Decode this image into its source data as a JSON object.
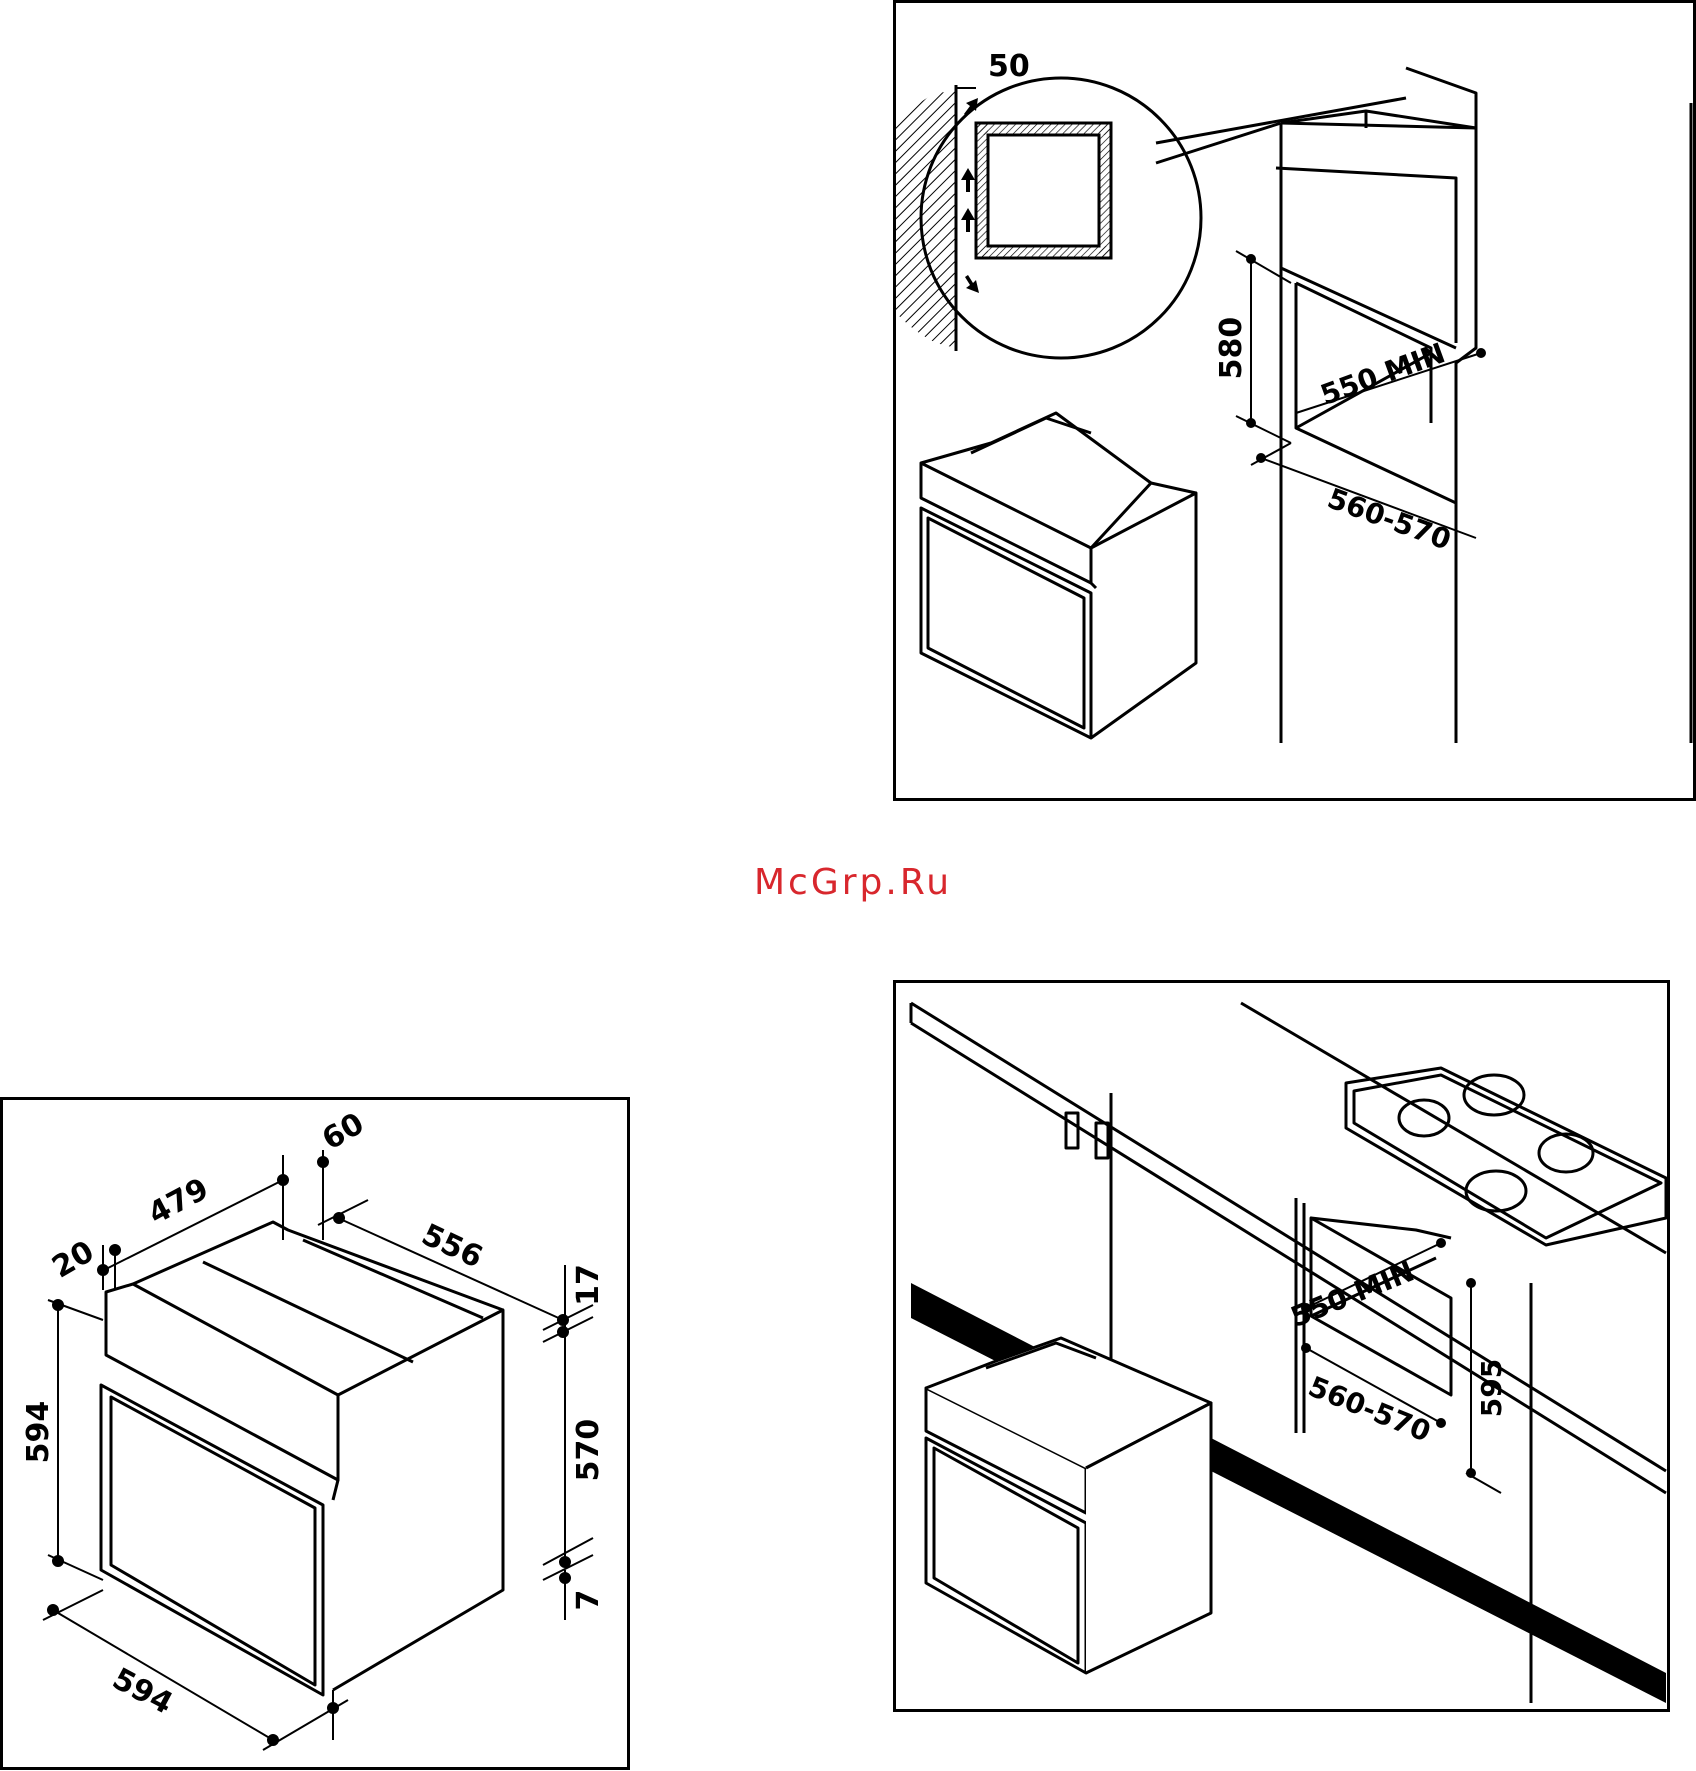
{
  "watermark": "McGrp.Ru",
  "tall_cabinet": {
    "ventilation_gap": "50",
    "niche_height": "580",
    "niche_depth": "550 MIN",
    "niche_width": "560-570"
  },
  "oven_dimensions": {
    "depth_left": "20",
    "top_depth": "479",
    "top_offset": "60",
    "side_depth": "556",
    "top_gap": "17",
    "front_height": "594",
    "body_height": "570",
    "bottom_gap": "7",
    "front_width": "594"
  },
  "under_counter": {
    "niche_depth": "550 MIN",
    "niche_height": "595",
    "niche_width": "560-570"
  }
}
